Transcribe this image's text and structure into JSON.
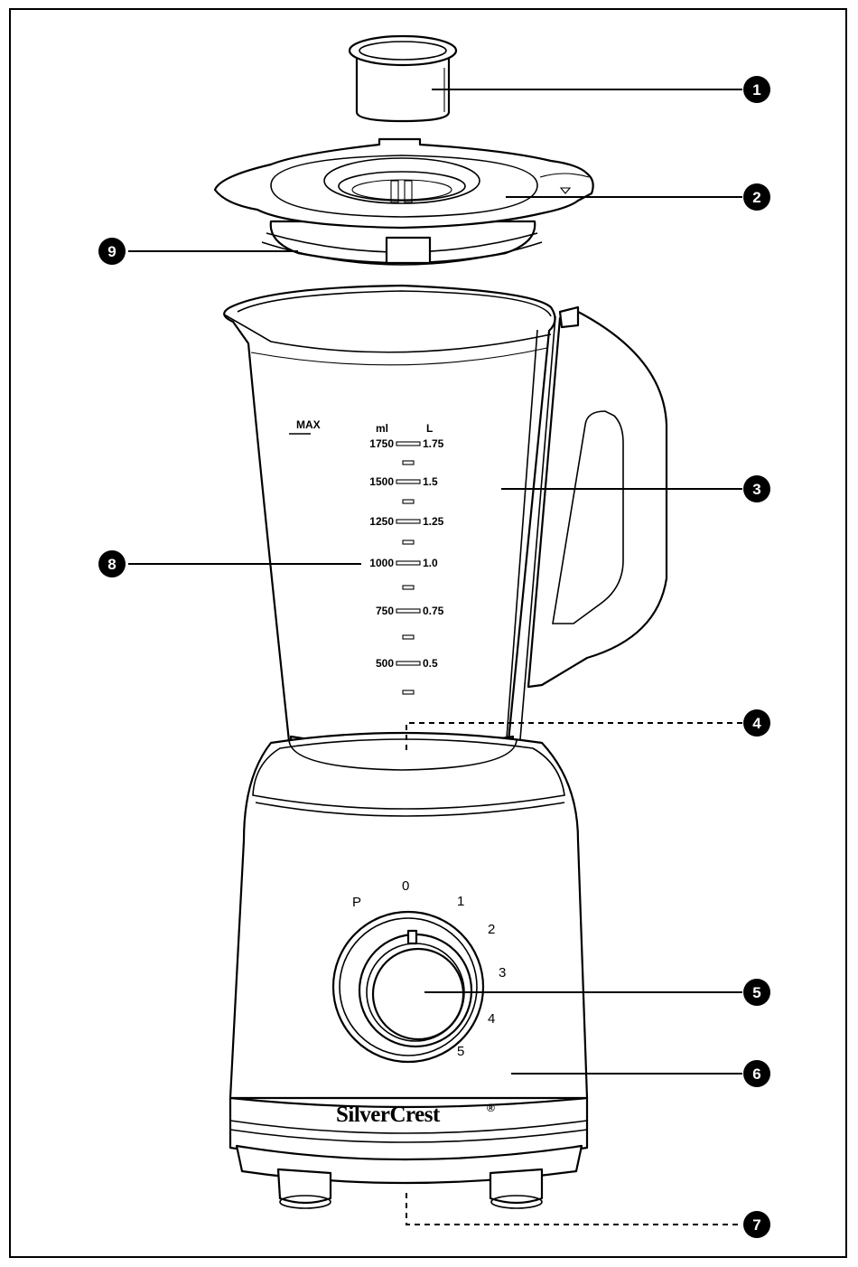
{
  "brand": "SilverCrest",
  "brand_mark": "®",
  "jug": {
    "max_label": "MAX",
    "unit_ml": "ml",
    "unit_l": "L",
    "scale": [
      {
        "ml": "1750",
        "l": "1.75"
      },
      {
        "ml": "1500",
        "l": "1.5"
      },
      {
        "ml": "1250",
        "l": "1.25"
      },
      {
        "ml": "1000",
        "l": "1.0"
      },
      {
        "ml": "750",
        "l": "0.75"
      },
      {
        "ml": "500",
        "l": "0.5"
      }
    ]
  },
  "dial_labels": [
    "P",
    "0",
    "1",
    "2",
    "3",
    "4",
    "5"
  ],
  "callouts": [
    "1",
    "2",
    "3",
    "4",
    "5",
    "6",
    "7",
    "8",
    "9"
  ]
}
